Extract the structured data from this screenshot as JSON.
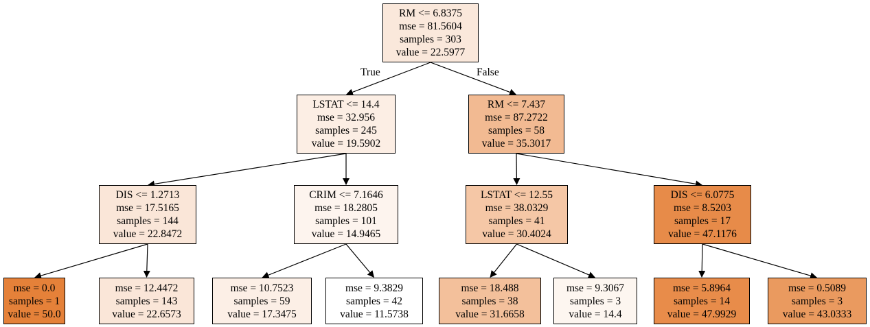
{
  "tree": {
    "edge_labels": {
      "true_label": "True",
      "false_label": "False"
    },
    "nodes": [
      {
        "id": "root",
        "lines": [
          "RM <= 6.8375",
          "mse = 81.5604",
          "samples = 303",
          "value = 22.5977"
        ],
        "fill": "#fae8db"
      },
      {
        "id": "n1",
        "lines": [
          "LSTAT <= 14.4",
          "mse = 32.956",
          "samples = 245",
          "value = 19.5902"
        ],
        "fill": "#fceee4"
      },
      {
        "id": "n2",
        "lines": [
          "RM <= 7.437",
          "mse = 87.2722",
          "samples = 58",
          "value = 35.3017"
        ],
        "fill": "#f2ba92"
      },
      {
        "id": "n3",
        "lines": [
          "DIS <= 1.2713",
          "mse = 17.5165",
          "samples = 144",
          "value = 22.8472"
        ],
        "fill": "#fae6d8"
      },
      {
        "id": "n4",
        "lines": [
          "CRIM <= 7.1646",
          "mse = 18.2805",
          "samples = 101",
          "value = 14.9465"
        ],
        "fill": "#fdf4ee"
      },
      {
        "id": "n5",
        "lines": [
          "LSTAT <= 12.55",
          "mse = 38.0329",
          "samples = 41",
          "value = 30.4024"
        ],
        "fill": "#f5c7a6"
      },
      {
        "id": "n6",
        "lines": [
          "DIS <= 6.0775",
          "mse = 8.5203",
          "samples = 17",
          "value = 47.1176"
        ],
        "fill": "#e78b49"
      },
      {
        "id": "n7",
        "lines": [
          "mse = 0.0",
          "samples = 1",
          "value = 50.0"
        ],
        "fill": "#e58139"
      },
      {
        "id": "n8",
        "lines": [
          "mse = 12.4472",
          "samples = 143",
          "value = 22.6573"
        ],
        "fill": "#fae6d8"
      },
      {
        "id": "n9",
        "lines": [
          "mse = 10.7523",
          "samples = 59",
          "value = 17.3475"
        ],
        "fill": "#fcefe6"
      },
      {
        "id": "n10",
        "lines": [
          "mse = 9.3829",
          "samples = 42",
          "value = 11.5738"
        ],
        "fill": "#ffffff"
      },
      {
        "id": "n11",
        "lines": [
          "mse = 18.488",
          "samples = 38",
          "value = 31.6658"
        ],
        "fill": "#f3c09b"
      },
      {
        "id": "n12",
        "lines": [
          "mse = 9.3067",
          "samples = 3",
          "value = 14.4"
        ],
        "fill": "#fdf6f0"
      },
      {
        "id": "n13",
        "lines": [
          "mse = 5.8964",
          "samples = 14",
          "value = 47.9929"
        ],
        "fill": "#e88c4a"
      },
      {
        "id": "n14",
        "lines": [
          "mse = 0.5089",
          "samples = 3",
          "value = 43.0333"
        ],
        "fill": "#ea9a5f"
      }
    ],
    "edges": [
      {
        "from": "root",
        "to": "n1"
      },
      {
        "from": "root",
        "to": "n2"
      },
      {
        "from": "n1",
        "to": "n3"
      },
      {
        "from": "n1",
        "to": "n4"
      },
      {
        "from": "n2",
        "to": "n5"
      },
      {
        "from": "n2",
        "to": "n6"
      },
      {
        "from": "n3",
        "to": "n7"
      },
      {
        "from": "n3",
        "to": "n8"
      },
      {
        "from": "n4",
        "to": "n9"
      },
      {
        "from": "n4",
        "to": "n10"
      },
      {
        "from": "n5",
        "to": "n11"
      },
      {
        "from": "n5",
        "to": "n12"
      },
      {
        "from": "n6",
        "to": "n13"
      },
      {
        "from": "n6",
        "to": "n14"
      }
    ]
  }
}
